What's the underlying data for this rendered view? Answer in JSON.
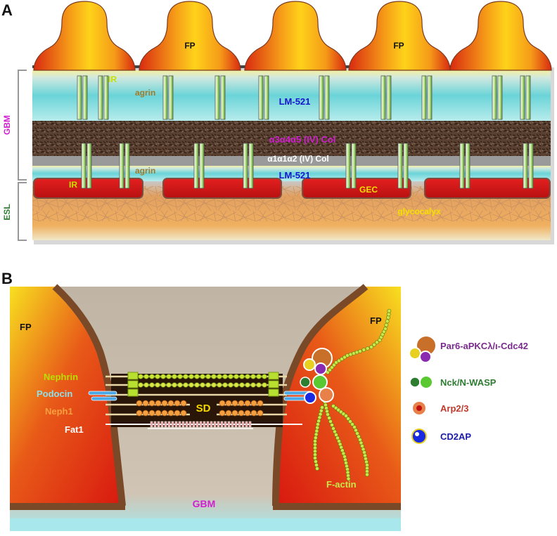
{
  "panelA": {
    "letter": "A",
    "fp1": "FP",
    "fp2": "FP",
    "ir_top": "IR",
    "agrin_top": "agrin",
    "lm_top": "LM-521",
    "col345": "α3α4α5 (IV) Col",
    "col112": "α1α1α2 (IV) Col",
    "agrin_bottom": "agrin",
    "lm_bottom": "LM-521",
    "ir_bottom": "IR",
    "gec": "GEC",
    "glycocalyx": "glycocalyx",
    "gbm_bracket": "GBM",
    "esl_bracket": "ESL"
  },
  "panelB": {
    "letter": "B",
    "fp_left": "FP",
    "fp_right": "FP",
    "nephrin": "Nephrin",
    "podocin": "Podocin",
    "neph1": "Neph1",
    "fat1": "Fat1",
    "sd": "SD",
    "factin": "F-actin",
    "gbm": "GBM"
  },
  "legend": [
    {
      "label": "Par6-aPKCλ/ι-Cdc42",
      "color": "#7a2a8e"
    },
    {
      "label": "Nck/N-WASP",
      "color": "#2e7d32"
    },
    {
      "label": "Arp2/3",
      "color": "#c0392b"
    },
    {
      "label": "CD2AP",
      "color": "#1a1aa8"
    }
  ],
  "colors": {
    "fp_label": "#111111",
    "ir": "#c8e000",
    "agrin": "#a07a2a",
    "lm": "#1515d0",
    "col345": "#d01fd0",
    "col112": "#ffffff",
    "gec": "#f5e000",
    "glycocalyx": "#f5e000",
    "gbm_bracket": "#d01fd0",
    "esl_bracket": "#2e7d32",
    "nephrin": "#b8e000",
    "podocin": "#8fe0e8",
    "neph1": "#f5a040",
    "fat1": "#ffffff",
    "sd": "#f5d800",
    "factin": "#c8e84a",
    "gbm_b": "#d01fd0"
  }
}
